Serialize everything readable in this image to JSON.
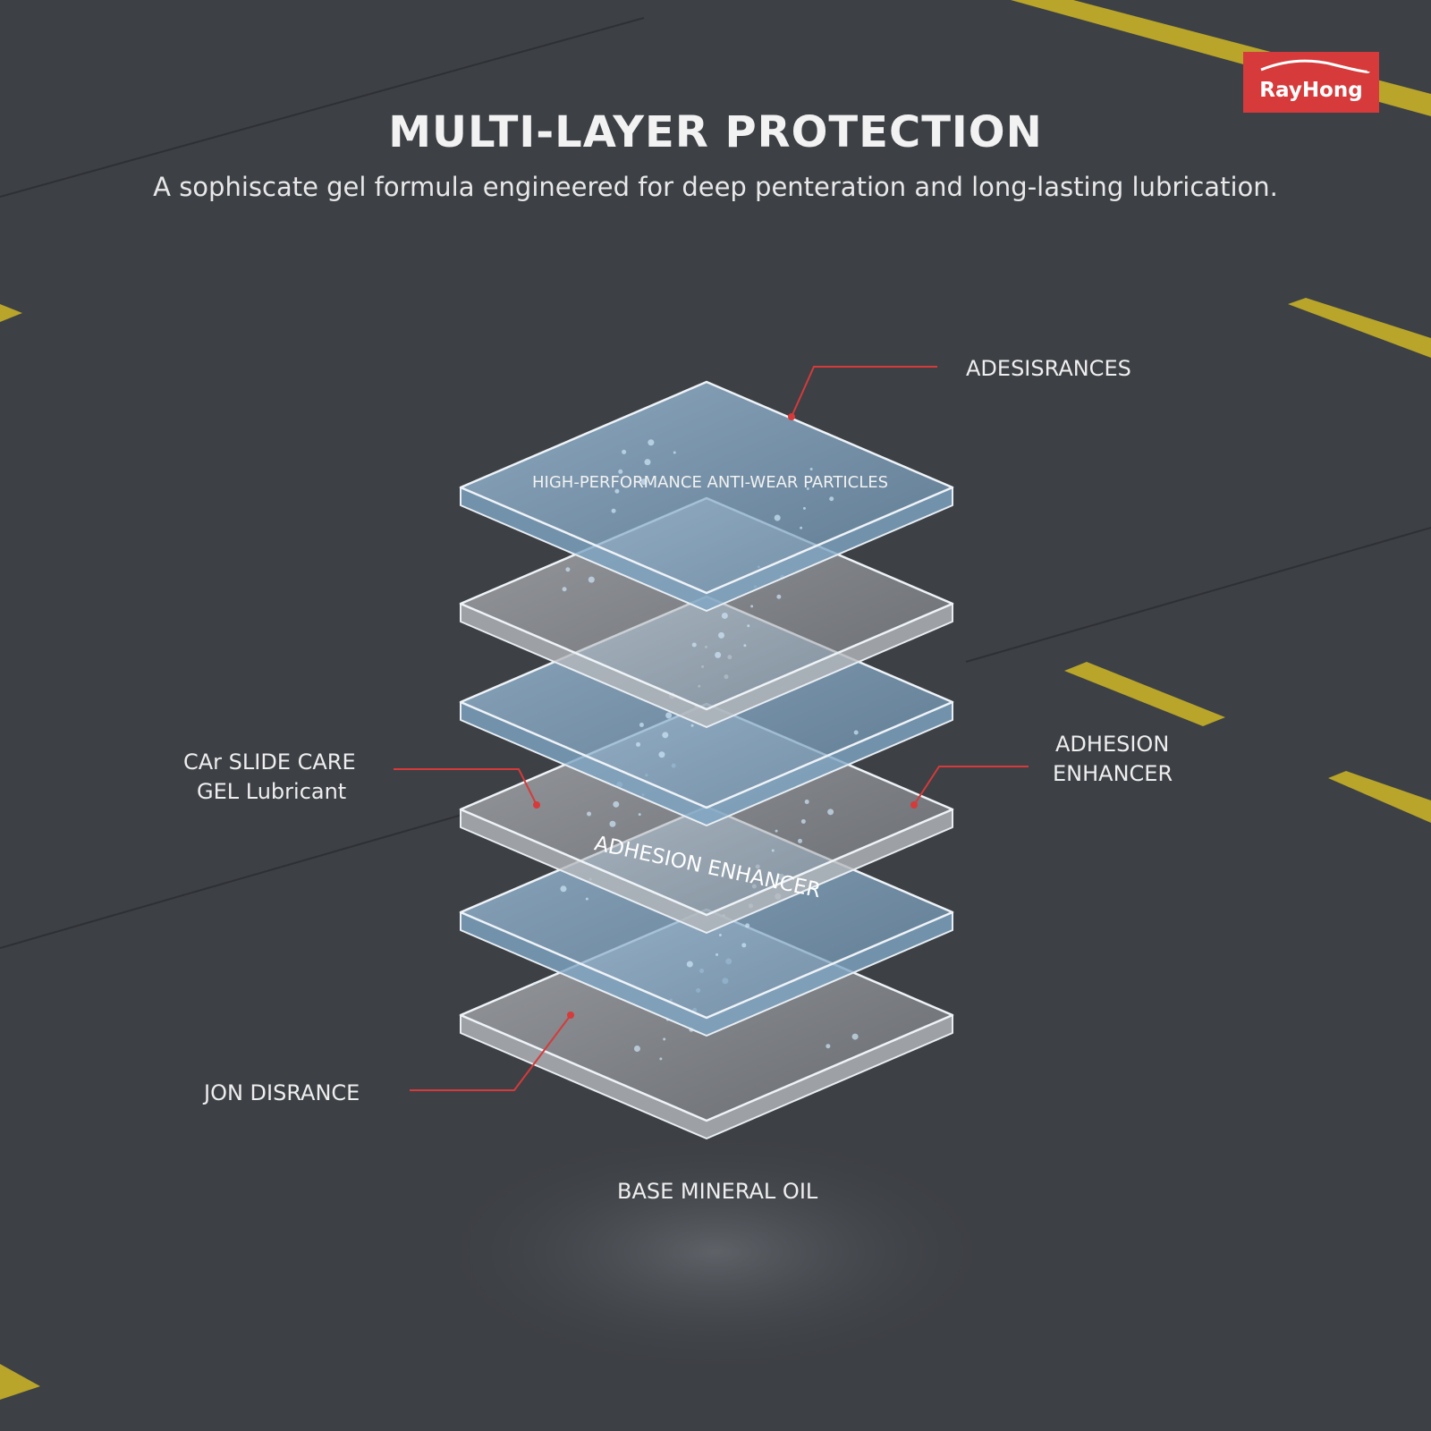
{
  "brand": {
    "logo_text": "RayHong",
    "color": "#d63a3a"
  },
  "header": {
    "title": "MULTI-LAYER PROTECTION",
    "subtitle": "A sophiscate gel formula engineered for deep penteration and long-lasting lubrication."
  },
  "labels": {
    "top_right": "ADESISRANCES",
    "top_slab": "HIGH-PERFORMANCE ANTI-WEAR PARTICLES",
    "left_line1": "CAr SLIDE CARE",
    "left_line2": "GEL Lubricant",
    "right_line1": "ADHESION",
    "right_line2": "ENHANCER",
    "mid_slab": "ADHESION ENHANCER",
    "bottom_left": "JON  DISRANCE",
    "base": "BASE MINERAL OIL"
  },
  "colors": {
    "background": "#3d4045",
    "stripe": "#b8a52a",
    "leader": "#d63a3a",
    "blue_layer": "#8fb8d8",
    "clear_layer": "#c9ccd0"
  }
}
